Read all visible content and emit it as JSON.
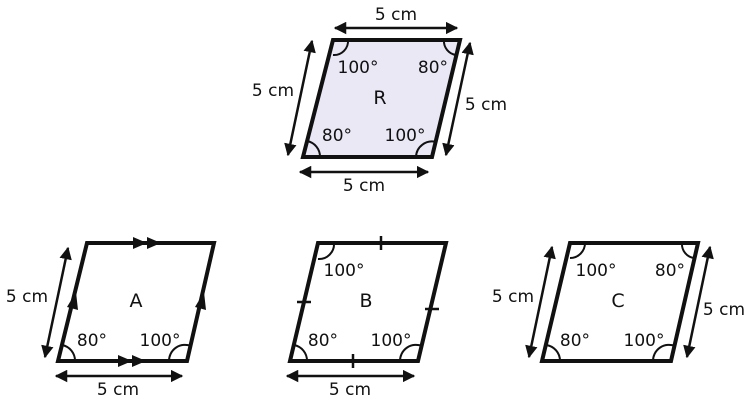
{
  "diagram": {
    "description": "Rhombus R with four candidate quadrilaterals A, B, C for congruence comparison",
    "colors": {
      "stroke": "#111111",
      "r_fill": "#ebe8f6",
      "background": "#ffffff"
    },
    "shapes": [
      {
        "id": "R",
        "name": "R",
        "filled": true,
        "angles": {
          "top_left": "100°",
          "top_right": "80°",
          "bottom_left": "80°",
          "bottom_right": "100°"
        },
        "side_labels": {
          "top": "5 cm",
          "bottom": "5 cm",
          "left": "5 cm",
          "right": "5 cm"
        },
        "markings": "angle arcs on all four corners"
      },
      {
        "id": "A",
        "name": "A",
        "filled": false,
        "angles": {
          "bottom_left": "80°",
          "bottom_right": "100°"
        },
        "side_labels": {
          "left": "5 cm",
          "bottom": "5 cm"
        },
        "markings": "double parallel arrows on top and bottom sides, single arrows on left and right sides"
      },
      {
        "id": "B",
        "name": "B",
        "filled": false,
        "angles": {
          "top_left": "100°",
          "bottom_left": "80°",
          "bottom_right": "100°"
        },
        "side_labels": {
          "bottom": "5 cm"
        },
        "markings": "equal-length tick marks on all four sides"
      },
      {
        "id": "C",
        "name": "C",
        "filled": false,
        "angles": {
          "top_left": "100°",
          "top_right": "80°",
          "bottom_left": "80°",
          "bottom_right": "100°"
        },
        "side_labels": {
          "left": "5 cm",
          "right": "5 cm"
        },
        "markings": "angle arcs on all four corners"
      }
    ]
  },
  "labels": {
    "R": {
      "name": "R",
      "top": "5 cm",
      "bottom": "5 cm",
      "left": "5 cm",
      "right": "5 cm",
      "tl": "100°",
      "tr": "80°",
      "bl": "80°",
      "br": "100°"
    },
    "A": {
      "name": "A",
      "left": "5 cm",
      "bottom": "5 cm",
      "bl": "80°",
      "br": "100°"
    },
    "B": {
      "name": "B",
      "bottom": "5 cm",
      "tl": "100°",
      "bl": "80°",
      "br": "100°"
    },
    "C": {
      "name": "C",
      "left": "5 cm",
      "right": "5 cm",
      "tl": "100°",
      "tr": "80°",
      "bl": "80°",
      "br": "100°"
    }
  }
}
